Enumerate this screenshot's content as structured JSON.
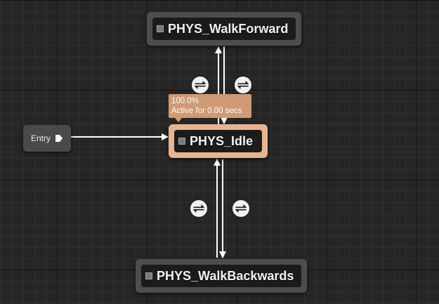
{
  "graph": {
    "entry_label": "Entry",
    "states": [
      {
        "name": "PHYS_WalkForward",
        "active": false
      },
      {
        "name": "PHYS_Idle",
        "active": true
      },
      {
        "name": "PHYS_WalkBackwards",
        "active": false
      }
    ],
    "active_tooltip": {
      "weight": "100.0%",
      "status": "Active for 0.00 secs"
    },
    "transitions": [
      {
        "from": "PHYS_Idle",
        "to": "PHYS_WalkForward",
        "icon": "transition-rule-icon"
      },
      {
        "from": "PHYS_WalkForward",
        "to": "PHYS_Idle",
        "icon": "transition-rule-icon"
      },
      {
        "from": "PHYS_WalkBackwards",
        "to": "PHYS_Idle",
        "icon": "transition-rule-icon"
      },
      {
        "from": "PHYS_Idle",
        "to": "PHYS_WalkBackwards",
        "icon": "transition-rule-icon"
      },
      {
        "from": "Entry",
        "to": "PHYS_Idle",
        "icon": ""
      }
    ]
  },
  "colors": {
    "background": "#262626",
    "node_body": "#4d4d4d",
    "node_inner": "#1b1b1b",
    "active_node": "#e8b48f",
    "tooltip": "#cf9a74",
    "wire": "#ffffff"
  }
}
